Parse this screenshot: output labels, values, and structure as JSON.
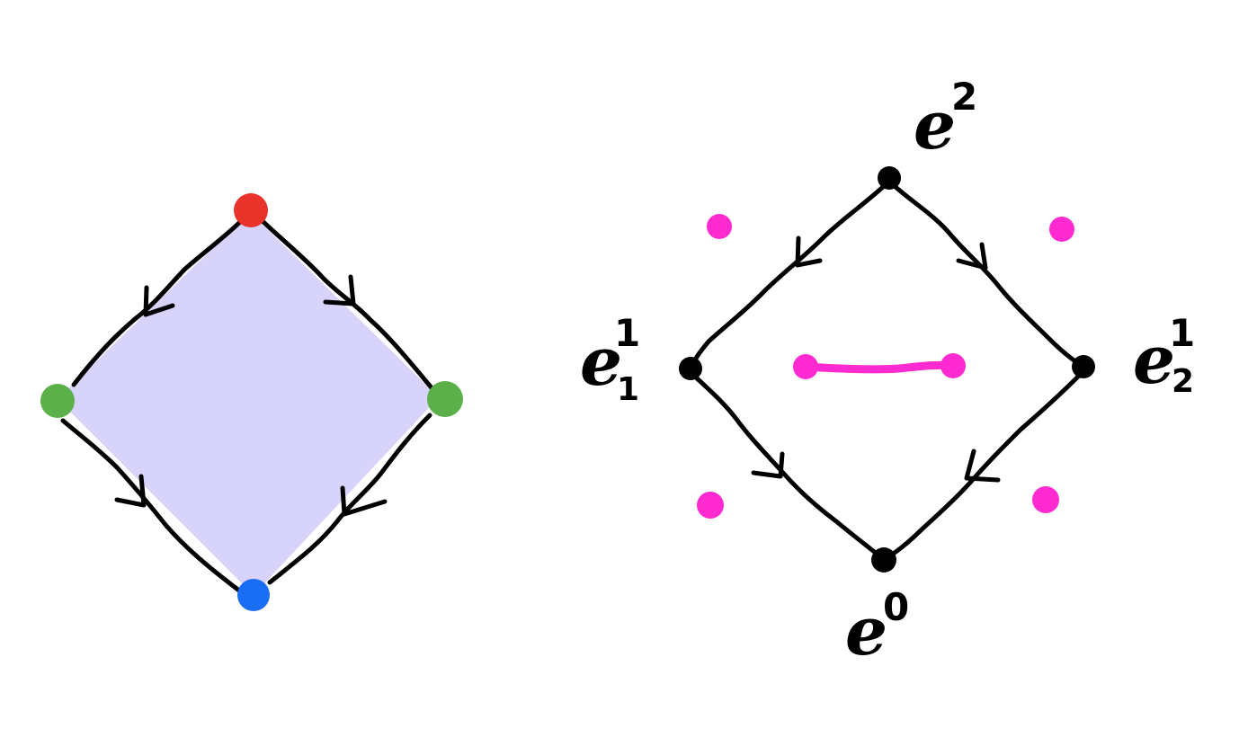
{
  "colors": {
    "ink": "#000000",
    "fill": "#d8d3fb",
    "top_vertex": "#e8322a",
    "side_vertex": "#5bb04a",
    "bottom_vertex": "#1a6ef5",
    "dual": "#ff2bd0"
  },
  "labels": {
    "top": {
      "base": "e",
      "sup": "2",
      "sub": ""
    },
    "left": {
      "base": "e",
      "sup": "1",
      "sub": "1"
    },
    "right": {
      "base": "e",
      "sup": "1",
      "sub": "2"
    },
    "bottom": {
      "base": "e",
      "sup": "0",
      "sub": ""
    }
  }
}
